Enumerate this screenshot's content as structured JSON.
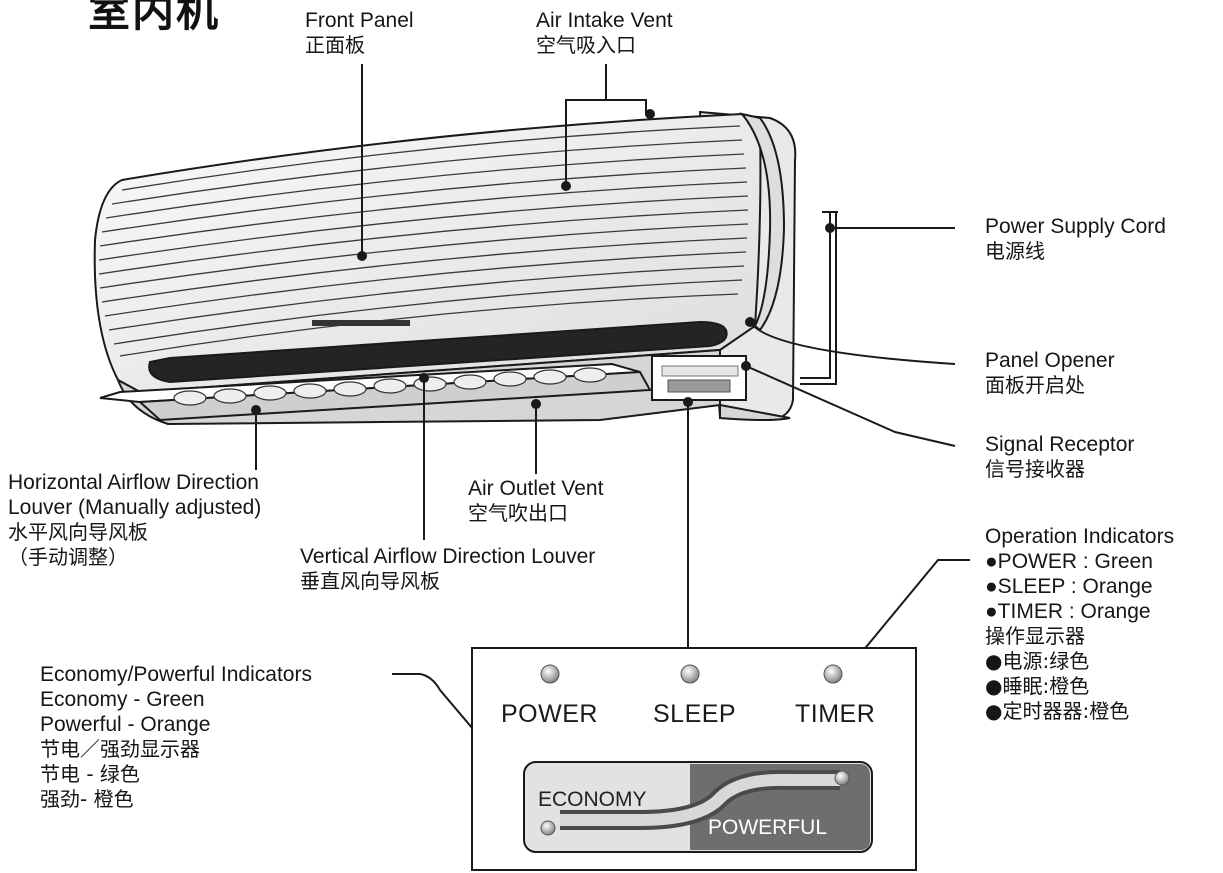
{
  "title": "室内机",
  "labels": {
    "front_panel": {
      "en": "Front Panel",
      "zh": "正面板"
    },
    "air_intake": {
      "en": "Air Intake Vent",
      "zh": "空气吸入口"
    },
    "power_cord": {
      "en": "Power Supply Cord",
      "zh": "电源线"
    },
    "panel_opener": {
      "en": "Panel Opener",
      "zh": "面板开启处"
    },
    "signal_receptor": {
      "en": "Signal Receptor",
      "zh": "信号接收器"
    },
    "horizontal_louver": {
      "en1": "Horizontal Airflow Direction",
      "en2": "Louver (Manually adjusted)",
      "zh1": "水平风向导风板",
      "zh2": "（手动调整）"
    },
    "air_outlet": {
      "en": "Air Outlet Vent",
      "zh": "空气吹出口"
    },
    "vertical_louver": {
      "en": "Vertical Airflow Direction Louver",
      "zh": "垂直风向导风板"
    },
    "operation_indicators": {
      "title": "Operation Indicators",
      "items": [
        "●POWER : Green",
        "●SLEEP : Orange",
        "●TIMER : Orange"
      ],
      "zh_title": "操作显示器",
      "zh_items": [
        "●电源:绿色",
        "●睡眠:橙色",
        "●定时器器:橙色"
      ]
    },
    "economy_powerful": {
      "title": "Economy/Powerful Indicators",
      "lines": [
        "Economy - Green",
        "Powerful - Orange"
      ],
      "zh_lines": [
        "节电／强劲显示器",
        "节电 - 绿色",
        "强劲- 橙色"
      ]
    }
  },
  "panel": {
    "power": "POWER",
    "sleep": "SLEEP",
    "timer": "TIMER",
    "economy": "ECONOMY",
    "powerful": "POWERFUL"
  },
  "colors": {
    "line": "#1a1a1a",
    "unit_fill": "#f4f4f4",
    "dark_strip": "#2a2a2a",
    "powerful_bg": "#6e6e6e"
  }
}
